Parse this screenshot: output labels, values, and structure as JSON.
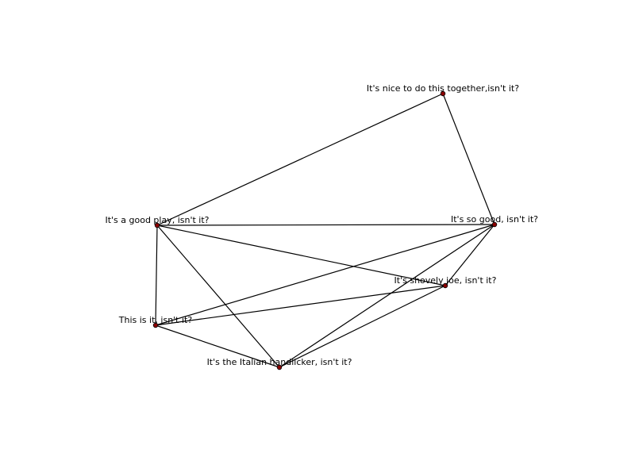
{
  "graph": {
    "node_color": "#8b0000",
    "edge_color": "#000000",
    "nodes": [
      {
        "id": "nice",
        "label": "It's nice to do this together,isn't it?"
      },
      {
        "id": "play",
        "label": "It's a good play, isn't it?"
      },
      {
        "id": "good",
        "label": "It's so good, isn't it?"
      },
      {
        "id": "shovely",
        "label": "It's shovely joe, isn't it?"
      },
      {
        "id": "thisis",
        "label": "This is it, isn't it?"
      },
      {
        "id": "italian",
        "label": "It's the Italian handlicker, isn't it?"
      }
    ],
    "edges": [
      [
        "nice",
        "play"
      ],
      [
        "nice",
        "good"
      ],
      [
        "play",
        "good"
      ],
      [
        "play",
        "shovely"
      ],
      [
        "play",
        "thisis"
      ],
      [
        "play",
        "italian"
      ],
      [
        "good",
        "thisis"
      ],
      [
        "good",
        "italian"
      ],
      [
        "good",
        "shovely"
      ],
      [
        "shovely",
        "thisis"
      ],
      [
        "shovely",
        "italian"
      ],
      [
        "thisis",
        "italian"
      ]
    ]
  }
}
